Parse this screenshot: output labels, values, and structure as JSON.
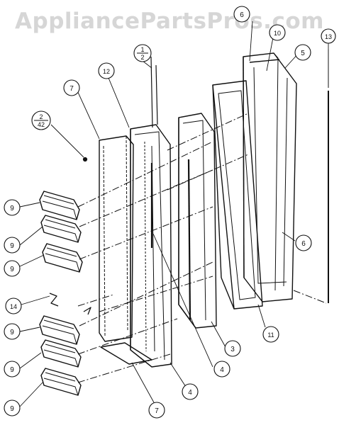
{
  "watermark": "AppliancePartsPros.com",
  "callouts": [
    {
      "id": "c-6-top",
      "label": "6"
    },
    {
      "id": "c-10",
      "label": "10"
    },
    {
      "id": "c-5",
      "label": "5"
    },
    {
      "id": "c-13",
      "label": "13"
    },
    {
      "id": "c-1-2",
      "num": "1",
      "den": "2"
    },
    {
      "id": "c-12",
      "label": "12"
    },
    {
      "id": "c-7-top",
      "label": "7"
    },
    {
      "id": "c-2-42",
      "num": "2",
      "den": "42"
    },
    {
      "id": "c-6-mid",
      "label": "6"
    },
    {
      "id": "c-9-a",
      "label": "9"
    },
    {
      "id": "c-9-b",
      "label": "9"
    },
    {
      "id": "c-9-c",
      "label": "9"
    },
    {
      "id": "c-14",
      "label": "14"
    },
    {
      "id": "c-9-d",
      "label": "9"
    },
    {
      "id": "c-9-e",
      "label": "9"
    },
    {
      "id": "c-9-f",
      "label": "9"
    },
    {
      "id": "c-3",
      "label": "3"
    },
    {
      "id": "c-11",
      "label": "11"
    },
    {
      "id": "c-4-mid",
      "label": "4"
    },
    {
      "id": "c-4-low",
      "label": "4"
    },
    {
      "id": "c-7-bot",
      "label": "7"
    }
  ]
}
